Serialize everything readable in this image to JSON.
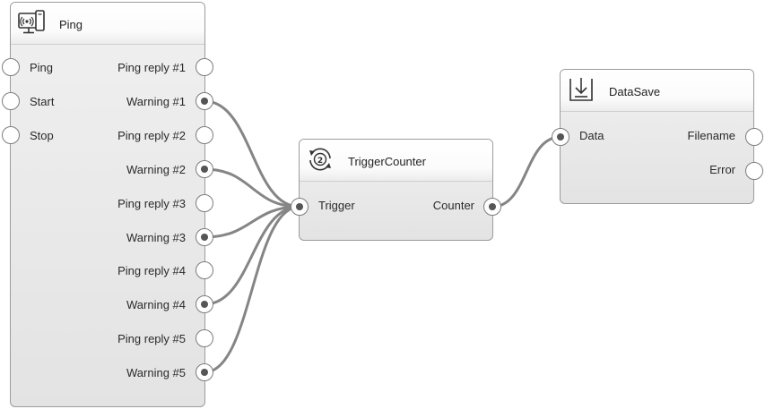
{
  "nodes": {
    "ping": {
      "title": "Ping",
      "icon": "network-device-icon",
      "inputs": [
        "Ping",
        "Start",
        "Stop"
      ],
      "outputs": [
        "Ping reply #1",
        "Warning #1",
        "Ping reply #2",
        "Warning #2",
        "Ping reply #3",
        "Warning #3",
        "Ping reply #4",
        "Warning #4",
        "Ping reply #5",
        "Warning #5"
      ]
    },
    "trigger_counter": {
      "title": "TriggerCounter",
      "icon": "counter-cycle-icon",
      "inputs": [
        "Trigger"
      ],
      "outputs": [
        "Counter"
      ]
    },
    "data_save": {
      "title": "DataSave",
      "icon": "download-save-icon",
      "inputs": [
        "Data"
      ],
      "outputs": [
        "Filename",
        "Error"
      ]
    }
  },
  "connections": [
    {
      "from": "Ping.Warning #1",
      "to": "TriggerCounter.Trigger"
    },
    {
      "from": "Ping.Warning #2",
      "to": "TriggerCounter.Trigger"
    },
    {
      "from": "Ping.Warning #3",
      "to": "TriggerCounter.Trigger"
    },
    {
      "from": "Ping.Warning #4",
      "to": "TriggerCounter.Trigger"
    },
    {
      "from": "Ping.Warning #5",
      "to": "TriggerCounter.Trigger"
    },
    {
      "from": "TriggerCounter.Counter",
      "to": "DataSave.Data"
    }
  ],
  "colors": {
    "wire": "#858585",
    "port_border": "#7d7d7d",
    "node_border": "#9c9c9c"
  }
}
